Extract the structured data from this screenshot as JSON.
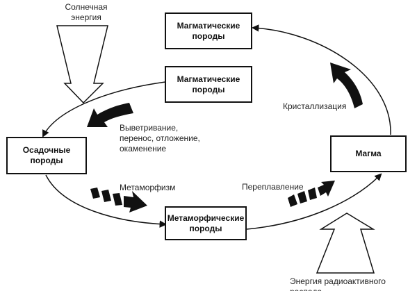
{
  "boxes": {
    "igneous_top": "Магматические породы",
    "igneous_second": "Магматические породы",
    "sedimentary": "Осадочные породы",
    "magma": "Магма",
    "metamorphic": "Метаморфические породы"
  },
  "labels": {
    "solar_energy": "Солнечная энергия",
    "weathering": "Выветривание, перенос, отложение, окаменение",
    "metamorphism": "Метаморфизм",
    "remelting": "Переплавление",
    "crystallization": "Кристаллизация",
    "radioactive_energy": "Энергия радиоактивного распада"
  },
  "colors": {
    "ink": "#111111",
    "background": "#ffffff"
  }
}
